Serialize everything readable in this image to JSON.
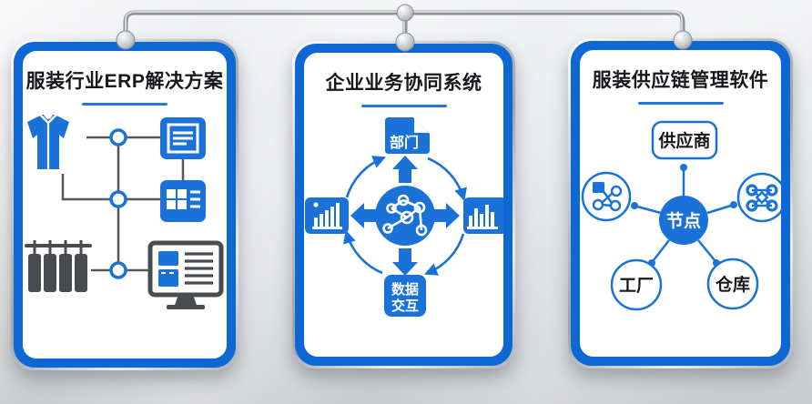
{
  "colors": {
    "card_blue": "#0d68d4",
    "icon_blue": "#1a72d8",
    "dark_icon": "#474b52",
    "connector_gray": "#55595f",
    "title_text": "#16181b",
    "underline": "#2278da",
    "bg_top": "#f1f2f4",
    "bg_bottom": "#c9cbcf"
  },
  "cards": [
    {
      "id": "erp",
      "title": "服装行业ERP解决方案",
      "icons": [
        "tshirt-icon",
        "document-icon",
        "modules-grid-icon",
        "garment-rack-icon",
        "monitor-icon",
        "junction-node"
      ]
    },
    {
      "id": "collaboration",
      "title": "企业业务协同系统",
      "labels": {
        "top_node": "部门",
        "bottom_node_line1": "数据",
        "bottom_node_line2": "交互"
      },
      "icons": [
        "department-doc-icon",
        "network-hub-icon",
        "bar-chart-ascending-icon",
        "bar-chart-icon",
        "cycle-arrow"
      ]
    },
    {
      "id": "supply-chain",
      "title": "服装供应链管理软件",
      "labels": {
        "supplier": "供应商",
        "center_node": "节点",
        "factory": "工厂",
        "warehouse": "仓库"
      },
      "icons": [
        "distribution-network-icon",
        "topology-network-icon",
        "spoke-line",
        "spoke-dot"
      ]
    }
  ]
}
